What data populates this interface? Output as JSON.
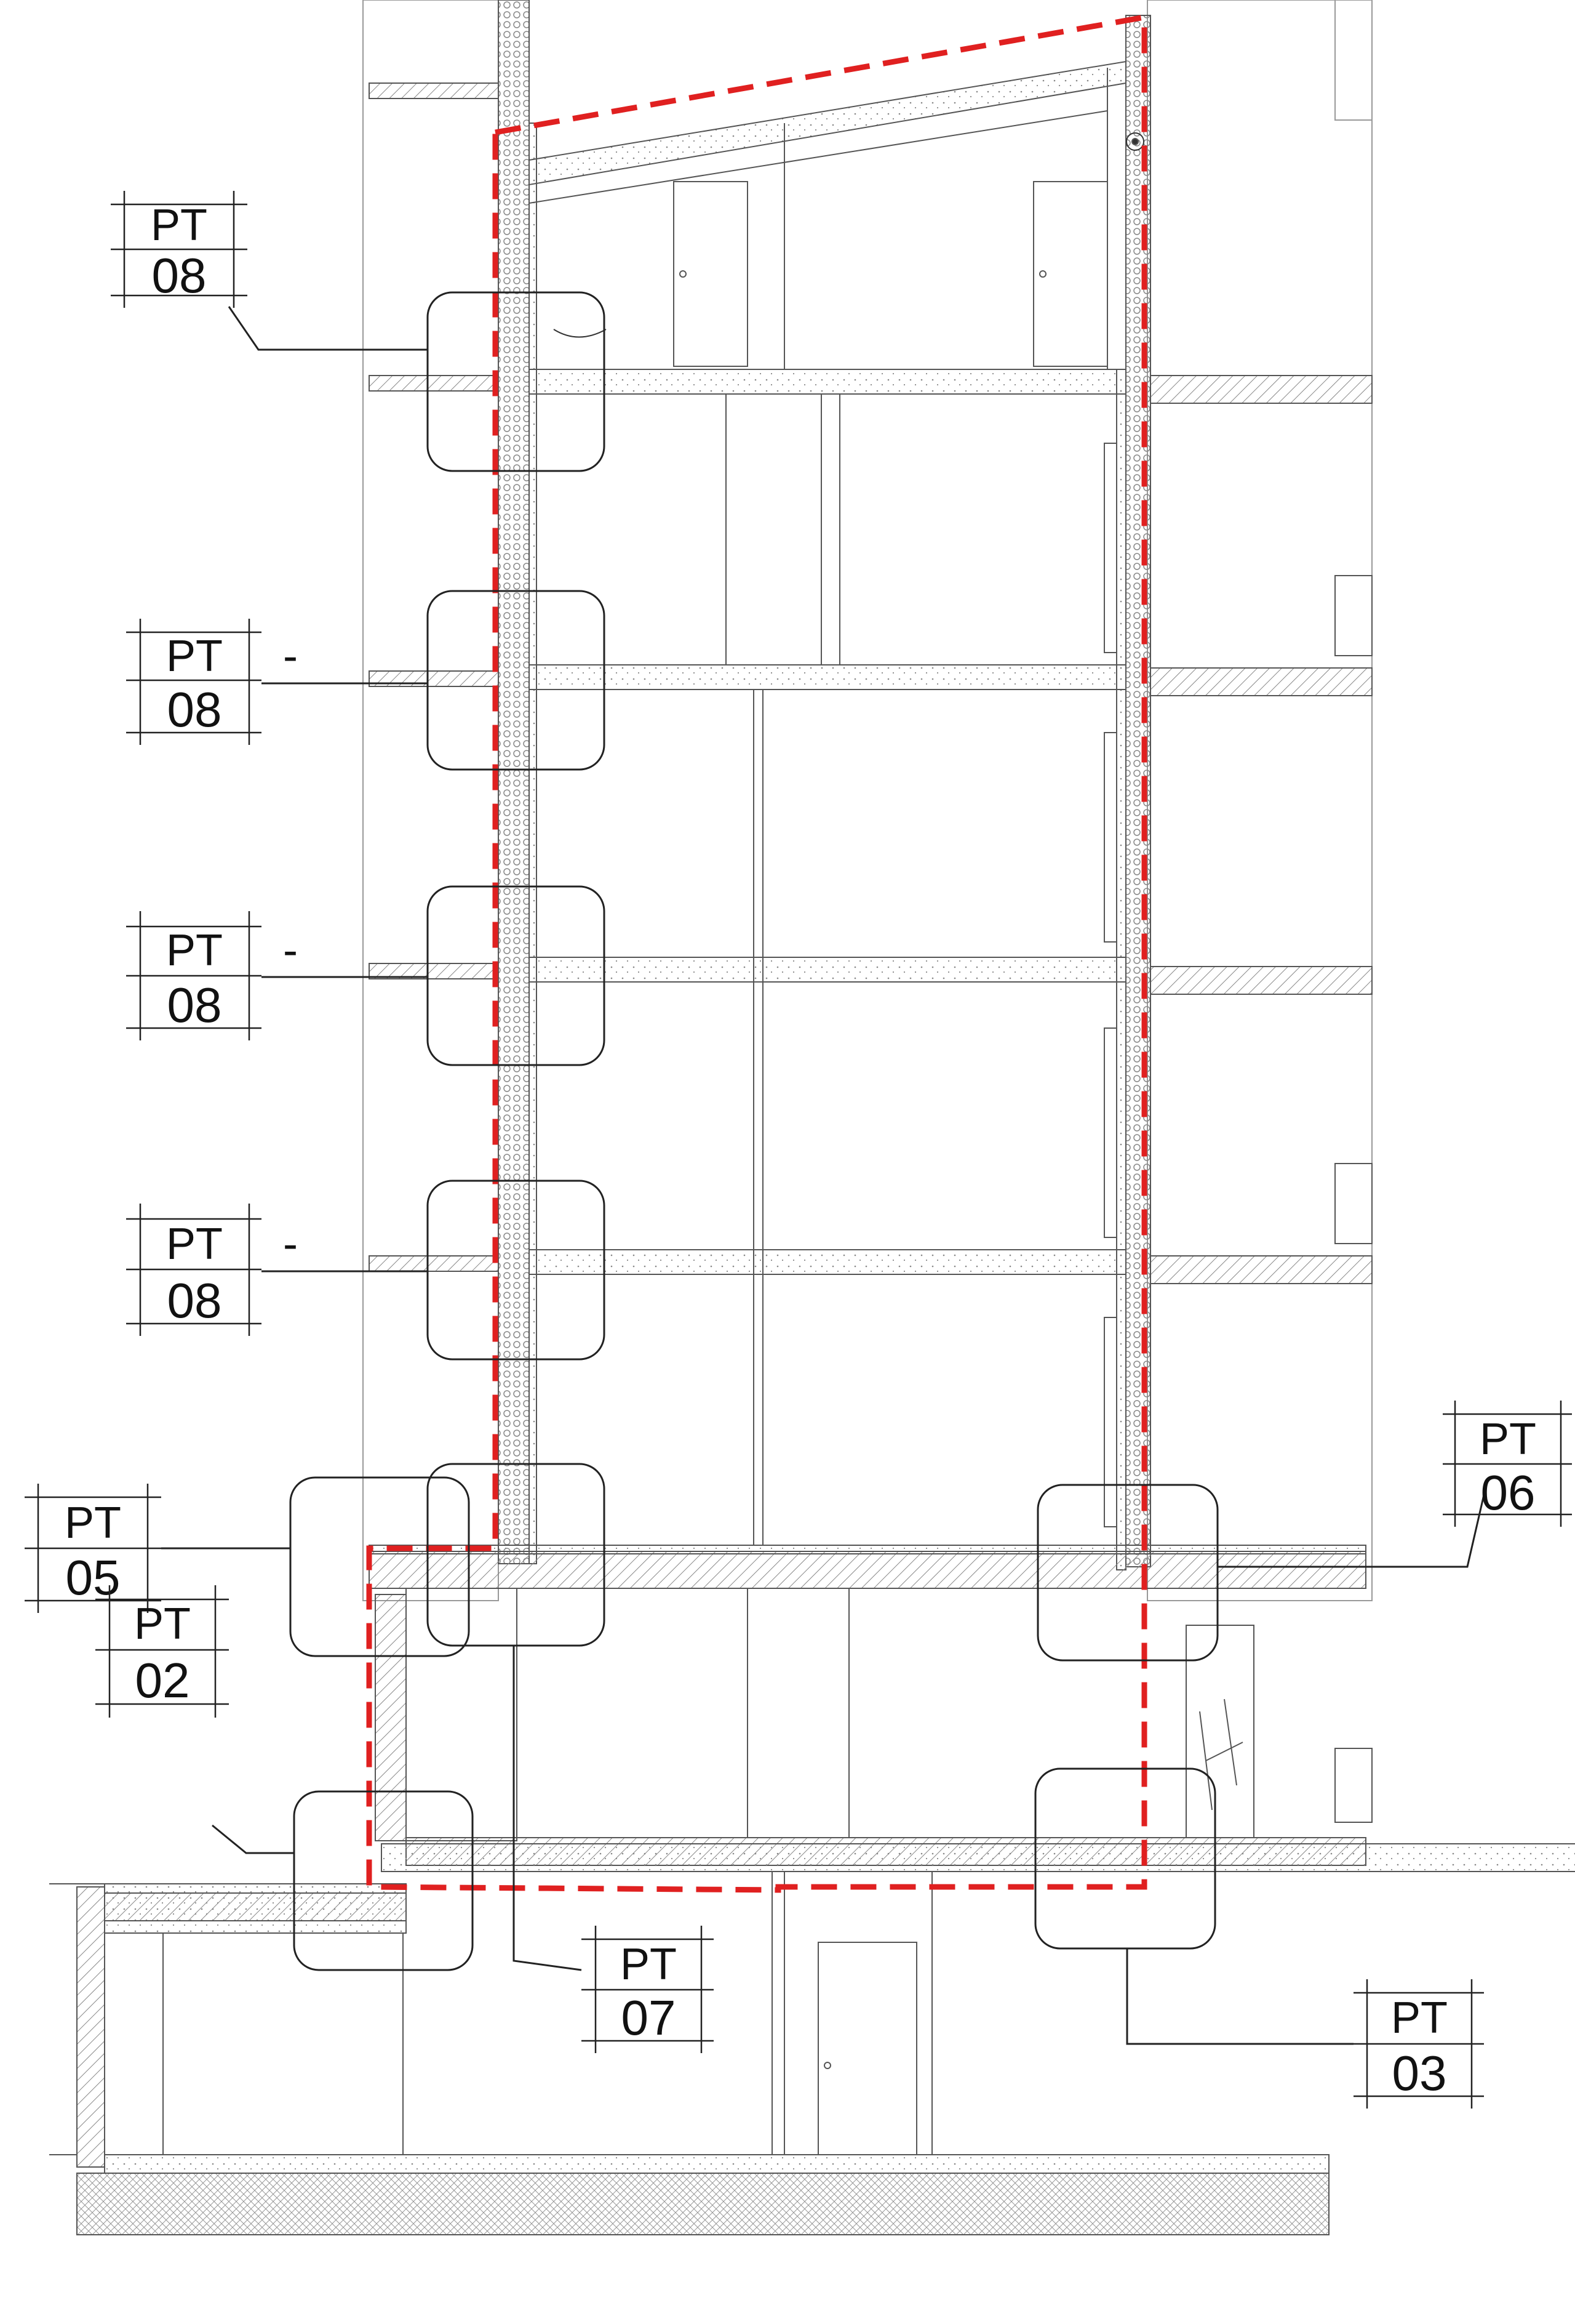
{
  "colors": {
    "line": "#555555",
    "dark": "#222222",
    "boundary": "#e02020",
    "hatch": "#777777",
    "background": "#ffffff"
  },
  "markers": {
    "pt08_top": {
      "top": "PT",
      "bottom": "08",
      "dash": ""
    },
    "pt08_a": {
      "top": "PT",
      "bottom": "08",
      "dash": "-"
    },
    "pt08_b": {
      "top": "PT",
      "bottom": "08",
      "dash": "-"
    },
    "pt08_c": {
      "top": "PT",
      "bottom": "08",
      "dash": "-"
    },
    "pt05": {
      "top": "PT",
      "bottom": "05"
    },
    "pt06": {
      "top": "PT",
      "bottom": "06"
    },
    "pt02": {
      "top": "PT",
      "bottom": "02"
    },
    "pt07": {
      "top": "PT",
      "bottom": "07"
    },
    "pt03": {
      "top": "PT",
      "bottom": "03"
    }
  }
}
